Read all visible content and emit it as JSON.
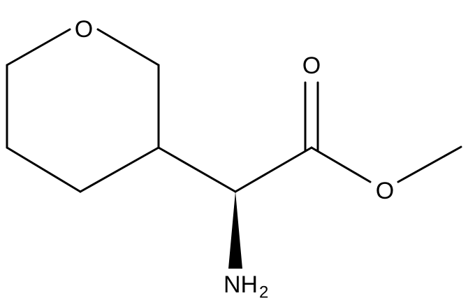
{
  "atoms": {
    "ring_oxygen": "O",
    "carbonyl_oxygen": "O",
    "ester_oxygen": "O",
    "amine": "NH",
    "amine_subscript": "2"
  },
  "bond_color": "#000000",
  "background": "#ffffff"
}
